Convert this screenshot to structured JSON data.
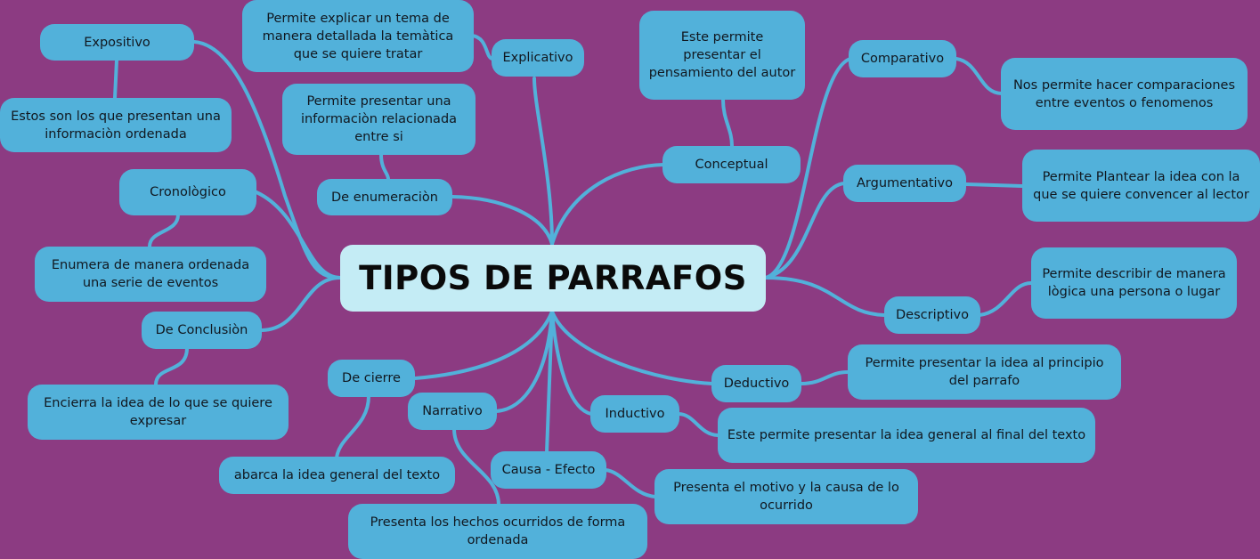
{
  "mindmap": {
    "title": "TIPOS DE PARRAFOS",
    "colors": {
      "background": "#8c3b82",
      "node": "#52b1da",
      "central_node": "#c4ecf5",
      "connector": "#52b1da",
      "text": "#111820"
    },
    "branches": [
      {
        "label": "Expositivo",
        "description": "Estos son los que presentan una informaciòn ordenada"
      },
      {
        "label": "Explicativo",
        "description": "Permite explicar un tema de manera detallada la temàtica que se quiere tratar"
      },
      {
        "label": "De enumeraciòn",
        "description": "Permite presentar una informaciòn relacionada entre si"
      },
      {
        "label": "Conceptual",
        "description": "Este permite presentar el pensamiento del autor"
      },
      {
        "label": "Comparativo",
        "description": "Nos permite hacer comparaciones entre eventos o fenomenos"
      },
      {
        "label": "Argumentativo",
        "description": "Permite Plantear la idea con la que se quiere convencer al lector"
      },
      {
        "label": "Descriptivo",
        "description": "Permite describir de manera lògica una persona o lugar"
      },
      {
        "label": "Deductivo",
        "description": "Permite presentar la idea al principio del parrafo"
      },
      {
        "label": "Inductivo",
        "description": "Este permite presentar la idea general al final del texto"
      },
      {
        "label": "Causa - Efecto",
        "description": "Presenta el motivo y la causa de lo ocurrido"
      },
      {
        "label": "Narrativo",
        "description": "Presenta los hechos ocurridos de forma ordenada"
      },
      {
        "label": "De cierre",
        "description": "abarca la idea general del texto"
      },
      {
        "label": "De Conclusiòn",
        "description": "Encierra la idea de lo que se quiere expresar"
      },
      {
        "label": "Cronològico",
        "description": "Enumera de manera ordenada una serie de eventos"
      }
    ]
  }
}
